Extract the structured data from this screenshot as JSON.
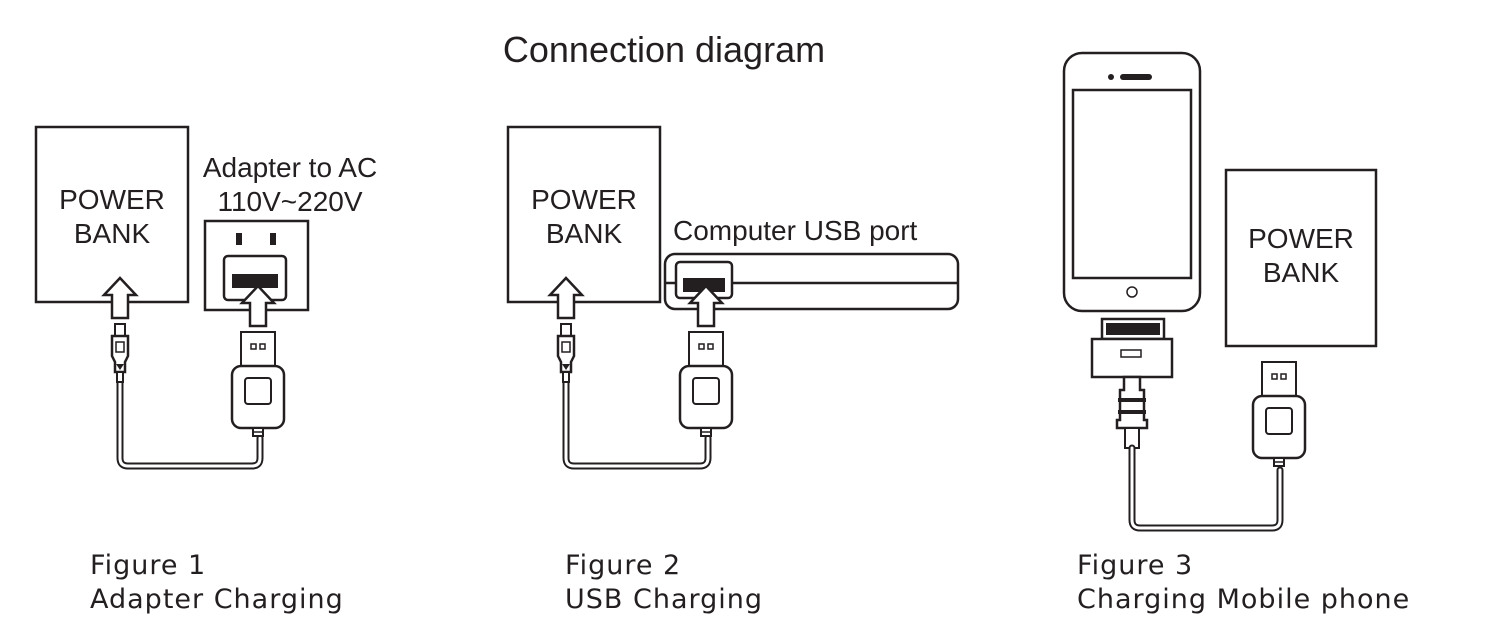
{
  "title": "Connection diagram",
  "colors": {
    "ink": "#231f20",
    "background": "#ffffff"
  },
  "figure1": {
    "box_line1": "POWER",
    "box_line2": "BANK",
    "adapter_line1": "Adapter to AC",
    "adapter_line2": "110V~220V",
    "caption_line1": "Figure 1",
    "caption_line2": "Adapter Charging"
  },
  "figure2": {
    "box_line1": "POWER",
    "box_line2": "BANK",
    "port_label": "Computer USB port",
    "caption_line1": "Figure 2",
    "caption_line2": "USB Charging"
  },
  "figure3": {
    "box_line1": "POWER",
    "box_line2": "BANK",
    "caption_line1": "Figure 3",
    "caption_line2": "Charging Mobile phone"
  }
}
